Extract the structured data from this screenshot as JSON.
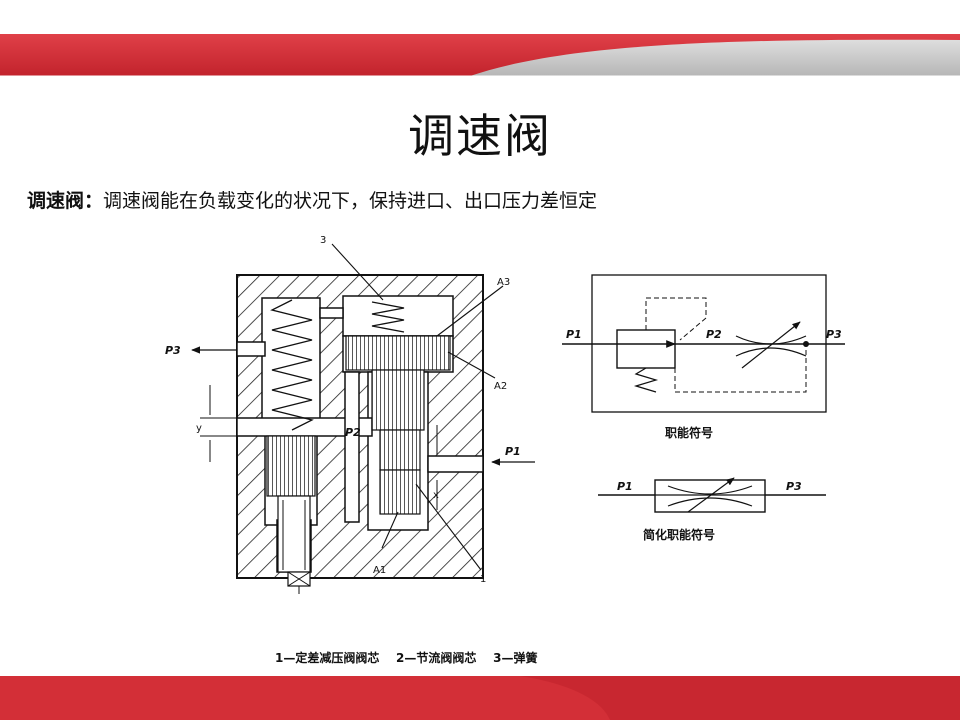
{
  "slide": {
    "title": "调速阀",
    "definition_term": "调速阀：",
    "definition_text": "调速阀能在负载变化的状况下，保持进口、出口压力差恒定"
  },
  "diagram": {
    "labels": {
      "callout_3": "3",
      "callout_A3": "A3",
      "callout_A2": "A2",
      "callout_A1": "A1",
      "callout_1": "1",
      "p3_left": "P3",
      "p2_mid": "P2",
      "p1_right": "P1",
      "dim_y": "y",
      "dim_x": "x"
    },
    "functional_symbol": {
      "p1": "P1",
      "p2": "P2",
      "p3": "P3",
      "caption": "职能符号"
    },
    "simplified_symbol": {
      "p1": "P1",
      "p3": "P3",
      "caption": "简化职能符号"
    },
    "legend": "1—定差减压阀阀芯    2—节流阀阀芯    3—弹簧"
  },
  "colors": {
    "band_red": "#d5323a",
    "band_gray": "#c8c8c8"
  }
}
